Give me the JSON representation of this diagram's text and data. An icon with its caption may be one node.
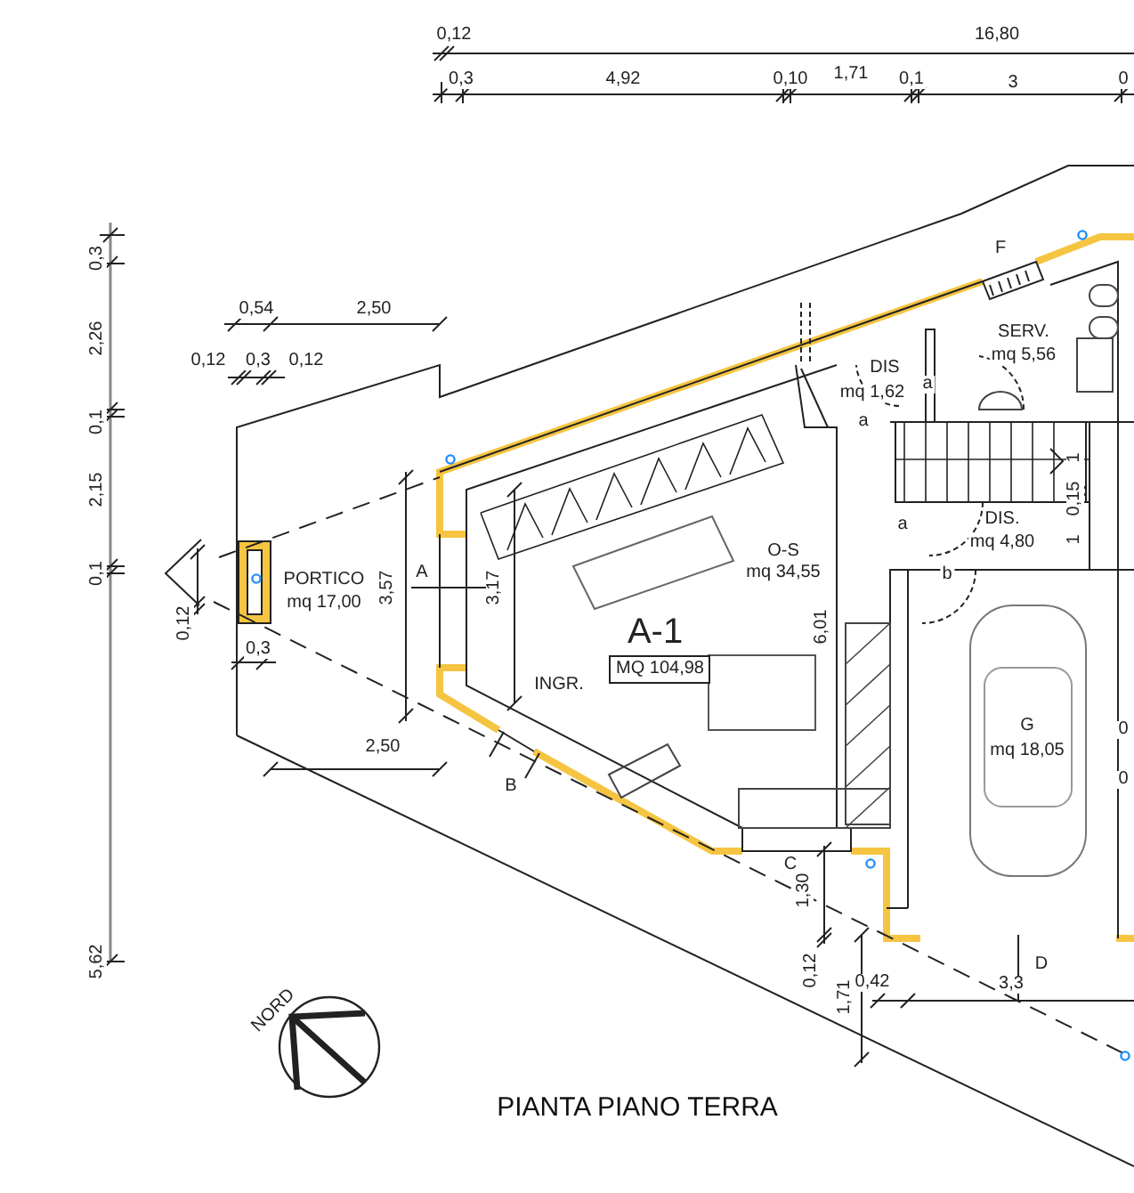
{
  "diagram": {
    "title": "PIANTA PIANO TERRA",
    "nodes": [
      {
        "text": [
          "MQ 104,98"
        ],
        "beside": [
          "A-1"
        ]
      }
    ],
    "labels": [
      "0,12",
      "16,80",
      "0,3",
      "4,92",
      "0,10",
      "1,71",
      "0,1",
      "3",
      "0",
      "0,3",
      "F",
      "2,26",
      "SERV.",
      "mq 5,56",
      "0,54",
      "2,50",
      "0,12",
      "0,3",
      "0,12",
      "DIS",
      "mq 1,62",
      "a",
      "0,1",
      "a",
      "2,15",
      "1",
      "0,15",
      "a",
      "DIS.",
      "mq 4,80",
      "1",
      "O-S",
      "0,1",
      "A",
      "mq 34,55",
      "b",
      "PORTICO",
      "3,57",
      "3,17",
      "mq 17,00",
      "0,12",
      "6,01",
      "0,3",
      "INGR.",
      "G",
      "mq 18,05",
      "0",
      "0",
      "2,50",
      "B",
      "C",
      "1,30",
      "5,62",
      "D",
      "0,12",
      "1,71",
      "0,42",
      "3,3",
      "NORD"
    ]
  }
}
